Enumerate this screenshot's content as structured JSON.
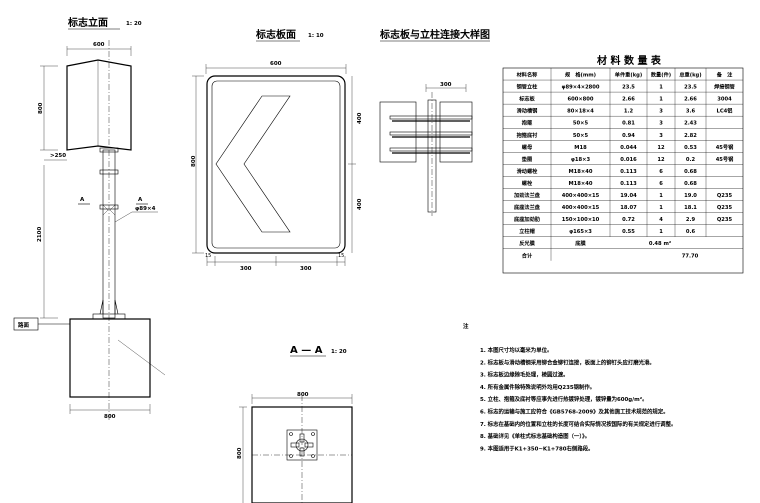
{
  "elevation": {
    "title": "标志立面",
    "scale": "1: 20",
    "dims": {
      "width": "600",
      "height": "800",
      "offset": ">250",
      "post_height": "2100",
      "base_width": "800"
    },
    "pipe_label": "φ89×4",
    "section_mark": "A",
    "ground_label": "路面"
  },
  "plate": {
    "title": "标志板面",
    "scale": "1: 10",
    "dims": {
      "width": "600",
      "height": "800",
      "half_left": "300",
      "half_right": "300",
      "edge_l": "15",
      "edge_r": "15",
      "right_top": "400",
      "right_bottom": "400"
    }
  },
  "connection": {
    "title": "标志板与立柱连接大样图",
    "dim": "300"
  },
  "section": {
    "title": "A — A",
    "scale": "1: 20",
    "dim_top": "800",
    "dim_left": "800"
  },
  "materials": {
    "title": "材 料 数 量 表",
    "headers": [
      "材料名称",
      "规　格(mm)",
      "单件重(kg)",
      "数量(件)",
      "总重(kg)",
      "备　注"
    ],
    "rows": [
      [
        "钢管立柱",
        "φ89×4×2800",
        "23.5",
        "1",
        "23.5",
        "焊接钢管"
      ],
      [
        "标志板",
        "600×800",
        "2.66",
        "1",
        "2.66",
        "3004"
      ],
      [
        "滑动槽钢",
        "80×18×4",
        "1.2",
        "3",
        "3.6",
        "LC4铝"
      ],
      [
        "抱箍",
        "50×5",
        "0.81",
        "3",
        "2.43",
        ""
      ],
      [
        "抱箍底衬",
        "50×5",
        "0.94",
        "3",
        "2.82",
        ""
      ],
      [
        "螺母",
        "M18",
        "0.044",
        "12",
        "0.53",
        "45号钢"
      ],
      [
        "垫圈",
        "φ18×3",
        "0.016",
        "12",
        "0.2",
        "45号钢"
      ],
      [
        "滑动螺栓",
        "M18×40",
        "0.113",
        "6",
        "0.68",
        ""
      ],
      [
        "螺栓",
        "M18×40",
        "0.113",
        "6",
        "0.68",
        ""
      ],
      [
        "加劲法兰盘",
        "400×400×15",
        "19.04",
        "1",
        "19.0",
        "Q235"
      ],
      [
        "底座法兰盘",
        "400×400×15",
        "18.07",
        "1",
        "18.1",
        "Q235"
      ],
      [
        "底座加劲肋",
        "150×100×10",
        "0.72",
        "4",
        "2.9",
        "Q235"
      ],
      [
        "立柱帽",
        "φ165×3",
        "0.55",
        "1",
        "0.6",
        ""
      ]
    ],
    "film_row": {
      "name": "反光膜",
      "spec": "底膜",
      "value": "0.48 m²"
    },
    "total_row": {
      "name": "合计",
      "value": "77.70"
    }
  },
  "notes": {
    "heading": "注",
    "items": [
      "1. 本图尺寸均以毫米为单位。",
      "2. 标志板与滑动槽钢采用铆合金铆钉连接，板面上的铆钉头应打磨光滑。",
      "3. 标志板边缘除毛处理，棱圆过渡。",
      "4. 所有金属件除特殊说明外均用Q235钢制作。",
      "5. 立柱、抱箍及底衬等应事先进行热镀锌处理，镀锌量为600g/m²。",
      "6. 标志的运输与施工应符合《GB5768-2009》及其他施工技术规范的规定。",
      "7. 标志在基础内的位置和立柱的长度可结合实际情况按国际的有关规定进行调整。",
      "8. 基础详见《单柱式标志基础构造图（一）》。",
      "9. 本图适用于K1+350~K1+780右侧路段。"
    ]
  }
}
